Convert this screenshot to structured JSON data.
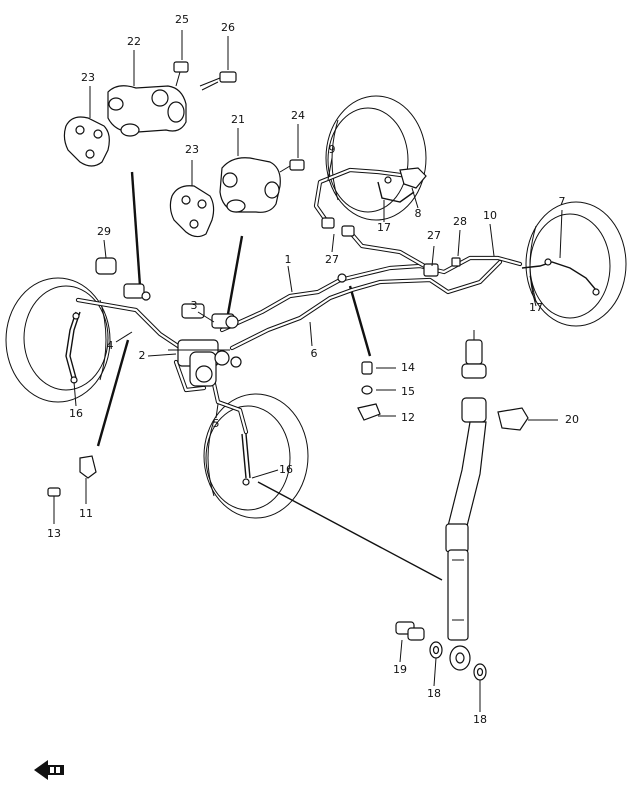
{
  "callouts": [
    {
      "id": "c1",
      "label": "1"
    },
    {
      "id": "c2",
      "label": "2"
    },
    {
      "id": "c3",
      "label": "3"
    },
    {
      "id": "c4",
      "label": "4"
    },
    {
      "id": "c5",
      "label": "5"
    },
    {
      "id": "c6",
      "label": "6"
    },
    {
      "id": "c7",
      "label": "7"
    },
    {
      "id": "c8",
      "label": "8"
    },
    {
      "id": "c9",
      "label": "9"
    },
    {
      "id": "c10",
      "label": "10"
    },
    {
      "id": "c11",
      "label": "11"
    },
    {
      "id": "c12",
      "label": "12"
    },
    {
      "id": "c13",
      "label": "13"
    },
    {
      "id": "c14",
      "label": "14"
    },
    {
      "id": "c15",
      "label": "15"
    },
    {
      "id": "c16a",
      "label": "16"
    },
    {
      "id": "c16b",
      "label": "16"
    },
    {
      "id": "c17a",
      "label": "17"
    },
    {
      "id": "c17b",
      "label": "17"
    },
    {
      "id": "c18a",
      "label": "18"
    },
    {
      "id": "c18b",
      "label": "18"
    },
    {
      "id": "c19",
      "label": "19"
    },
    {
      "id": "c20",
      "label": "20"
    },
    {
      "id": "c21",
      "label": "21"
    },
    {
      "id": "c22",
      "label": "22"
    },
    {
      "id": "c23a",
      "label": "23"
    },
    {
      "id": "c23b",
      "label": "23"
    },
    {
      "id": "c24",
      "label": "24"
    },
    {
      "id": "c25",
      "label": "25"
    },
    {
      "id": "c26",
      "label": "26"
    },
    {
      "id": "c27a",
      "label": "27"
    },
    {
      "id": "c27b",
      "label": "27"
    },
    {
      "id": "c28",
      "label": "28"
    },
    {
      "id": "c29",
      "label": "29"
    }
  ],
  "colors": {
    "ink": "#111111",
    "paper": "#ffffff"
  },
  "icons": {
    "front_arrow": "front-arrow-icon"
  }
}
